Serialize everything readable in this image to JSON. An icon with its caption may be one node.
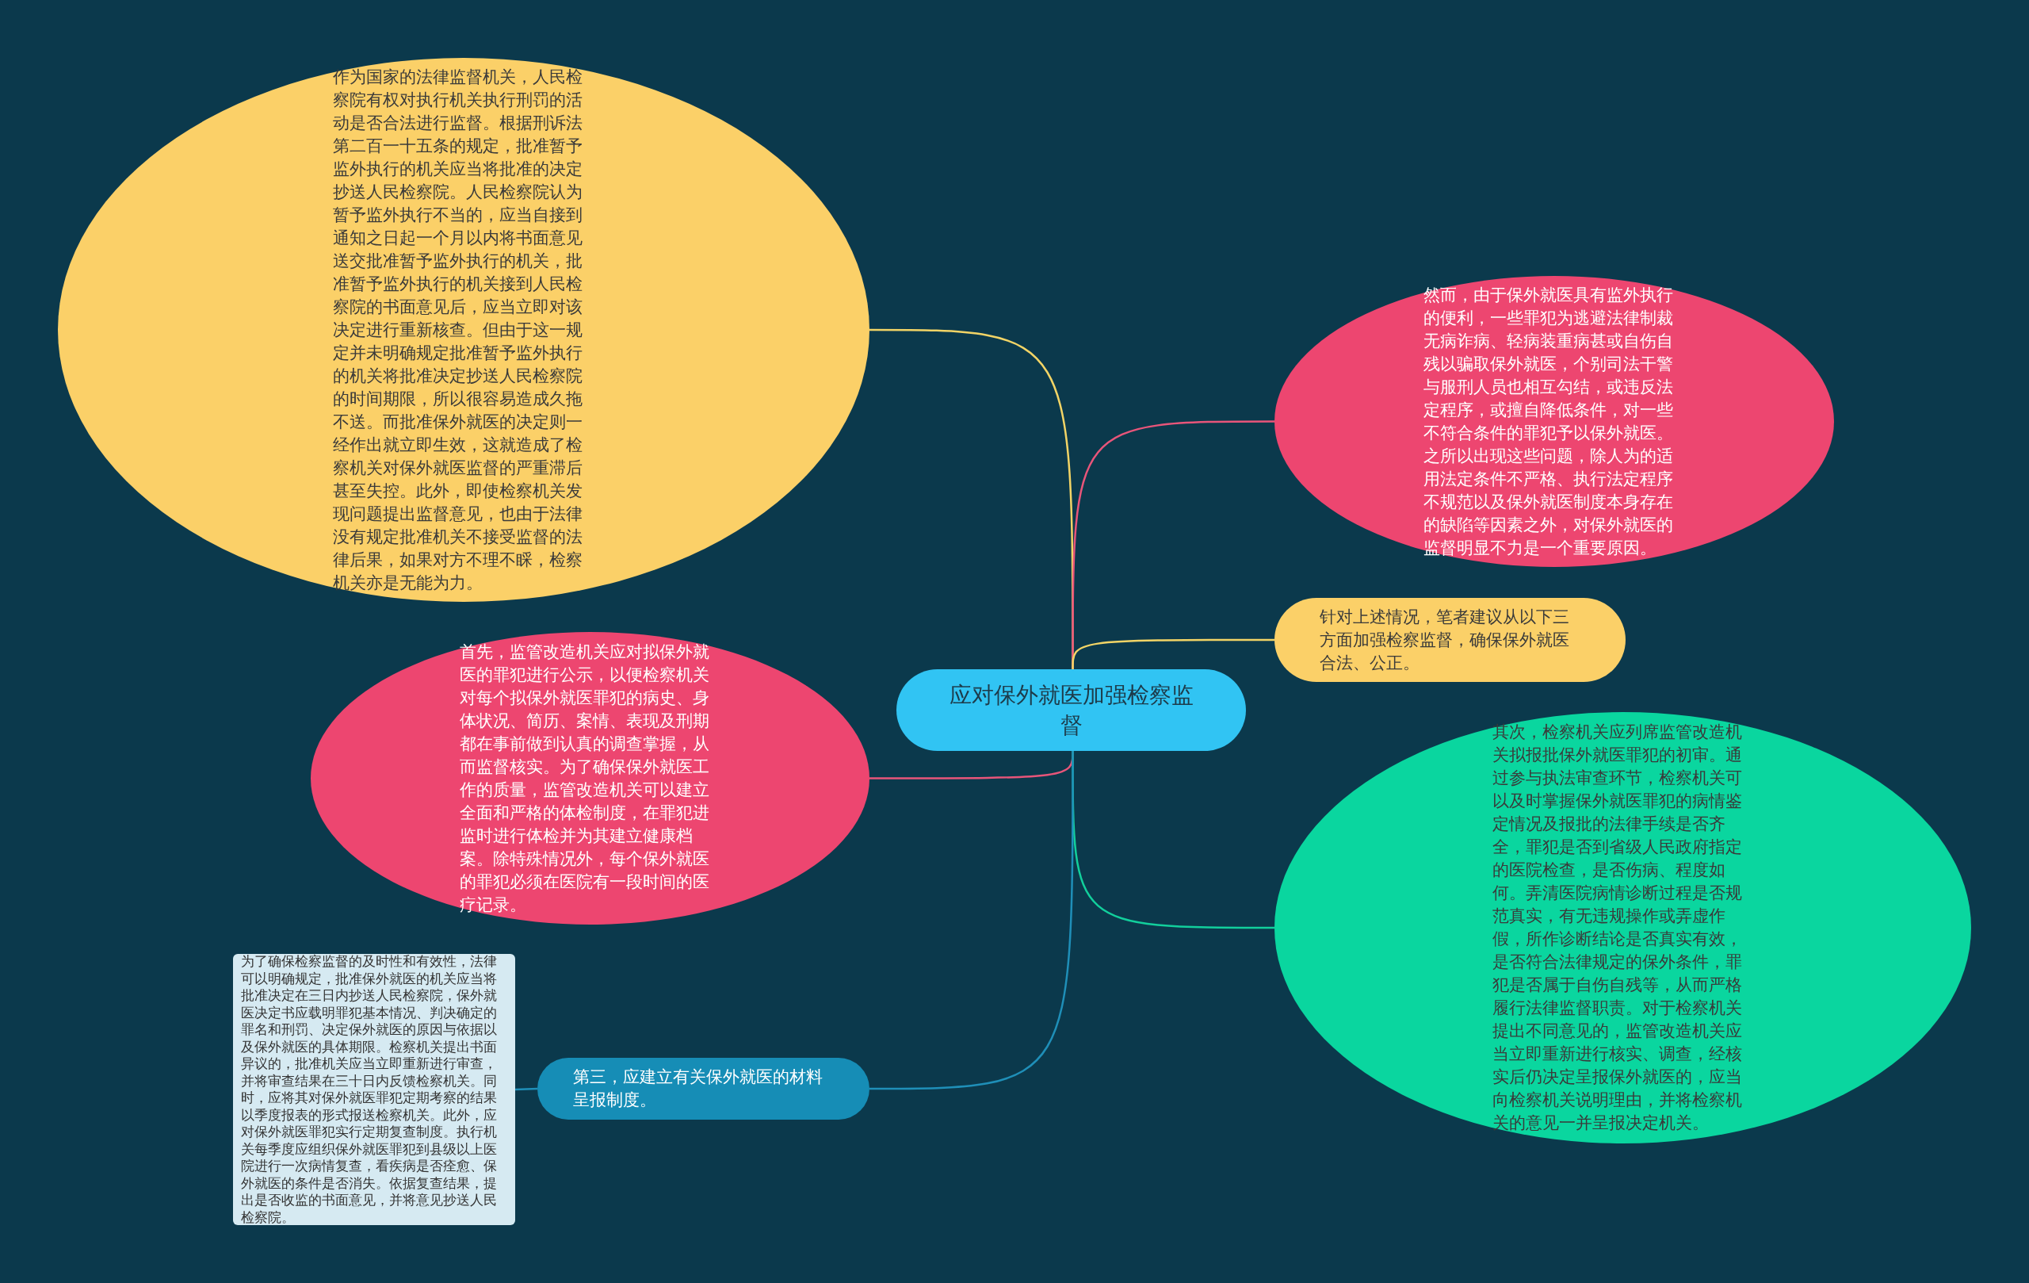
{
  "diagram": {
    "nodes": [
      {
        "text": [
          "作为国家的法律监督机关，人民检察院有权对执行机关执行刑罚的活动是否合法进行监督。根据刑诉法第二百一十五条的规定，批准暂予监外执行的机关应当将批准的决定抄送人民检察院。人民检察院认为暂予监外执行不当的，应当自接到通知之日起一个月以内将书面意见送交批准暂予监外执行的机关，批准暂予监外执行的机关接到人民检察院的书面意见后，应当立即对该决定进行重新核查。但由于这一规定并未明确规定批准暂予监外执行的机关将批准决定抄送人民检察院的时间期限，所以很容易造成久拖不送。而批准保外就医的决定则一经作出就立即生效，这就造成了检察机关对保外就医监督的严重滞后甚至失控。此外，即使检察机关发现问题提出监督意见，也由于法律没有规定批准机关不接受监督的法律后果，如果对方不理不睬，检察机关亦是无能为力。"
        ]
      },
      {
        "text": [
          "然而，由于保外就医具有监外执行的便利，一些罪犯为逃避法律制裁无病诈病、轻病装重病甚或自伤自残以骗取保外就医，个别司法干警与服刑人员也相互勾结，或违反法定程序，或擅自降低条件，对一些不符合条件的罪犯予以保外就医。之所以出现这些问题，除人为的适用法定条件不严格、执行法定程序不规范以及保外就医制度本身存在的缺陷等因素之外，对保外就医的监督明显不力是一个重要原因。"
        ]
      },
      {
        "text": [
          "针对上述情况，笔者建议从以下三方面加强检察监督，确保保外就医合法、公正。"
        ]
      },
      {
        "text": [
          "应对保外就医加强检察监督"
        ]
      },
      {
        "text": [
          "首先，监管改造机关应对拟保外就医的罪犯进行公示，以便检察机关对每个拟保外就医罪犯的病史、身体状况、简历、案情、表现及刑期都在事前做到认真的调查掌握，从而监督核实。为了确保保外就医工作的质量，监管改造机关可以建立全面和严格的体检制度，在罪犯进监时进行体检并为其建立健康档案。除特殊情况外，每个保外就医的罪犯必须在医院有一段时间的医疗记录。"
        ]
      },
      {
        "text": [
          "其次，检察机关应列席监管改造机关拟报批保外就医罪犯的初审。通过参与执法审查环节，检察机关可以及时掌握保外就医罪犯的病情鉴定情况及报批的法律手续是否齐全，罪犯是否到省级人民政府指定的医院检查，是否伤病、程度如何。弄清医院病情诊断过程是否规范真实，有无违规操作或弄虚作假，所作诊断结论是否真实有效，是否符合法律规定的保外条件，罪犯是否属于自伤自残等，从而严格履行法律监督职责。对于检察机关提出不同意见的，监管改造机关应当立即重新进行核实、调查，经核实后仍决定呈报保外就医的，应当向检察机关说明理由，并将检察机关的意见一并呈报决定机关。"
        ]
      },
      {
        "text": [
          "为了确保检察监督的及时性和有效性，法律可以明确规定，批准保外就医的机关应当将批准决定在三日内抄送人民检察院，保外就医决定书应载明罪犯基本情况、判决确定的罪名和刑罚、决定保外就医的原因与依据以及保外就医的具体期限。检察机关提出书面异议的，批准机关应当立即重新进行审查，并将审查结果在三十日内反馈检察机关。同时，应将其对保外就医罪犯定期考察的结果以季度报表的形式报送检察机关。此外，应对保外就医罪犯实行定期复查制度。执行机关每季度应组织保外就医罪犯到县级以上医院进行一次病情复查，看疾病是否痊愈、保外就医的条件是否消失。依据复查结果，提出是否收监的书面意见，并将意见抄送人民检察院。"
        ]
      },
      {
        "text": [
          "第三，应建立有关保外就医的材料呈报制度。"
        ]
      }
    ],
    "edges": [
      {
        "from": 3,
        "to": 0,
        "arrow": "none",
        "color": "#f2d466"
      },
      {
        "from": 3,
        "to": 1,
        "arrow": "none",
        "color": "#e8557a"
      },
      {
        "from": 3,
        "to": 2,
        "arrow": "none",
        "color": "#f2d466"
      },
      {
        "from": 3,
        "to": 4,
        "arrow": "none",
        "color": "#e8557a"
      },
      {
        "from": 3,
        "to": 5,
        "arrow": "none",
        "color": "#12cf9c"
      },
      {
        "from": 3,
        "to": 7,
        "arrow": "none",
        "color": "#1f8fb8"
      },
      {
        "from": 7,
        "to": 6,
        "arrow": "none",
        "color": "#1f8fb8"
      }
    ]
  }
}
